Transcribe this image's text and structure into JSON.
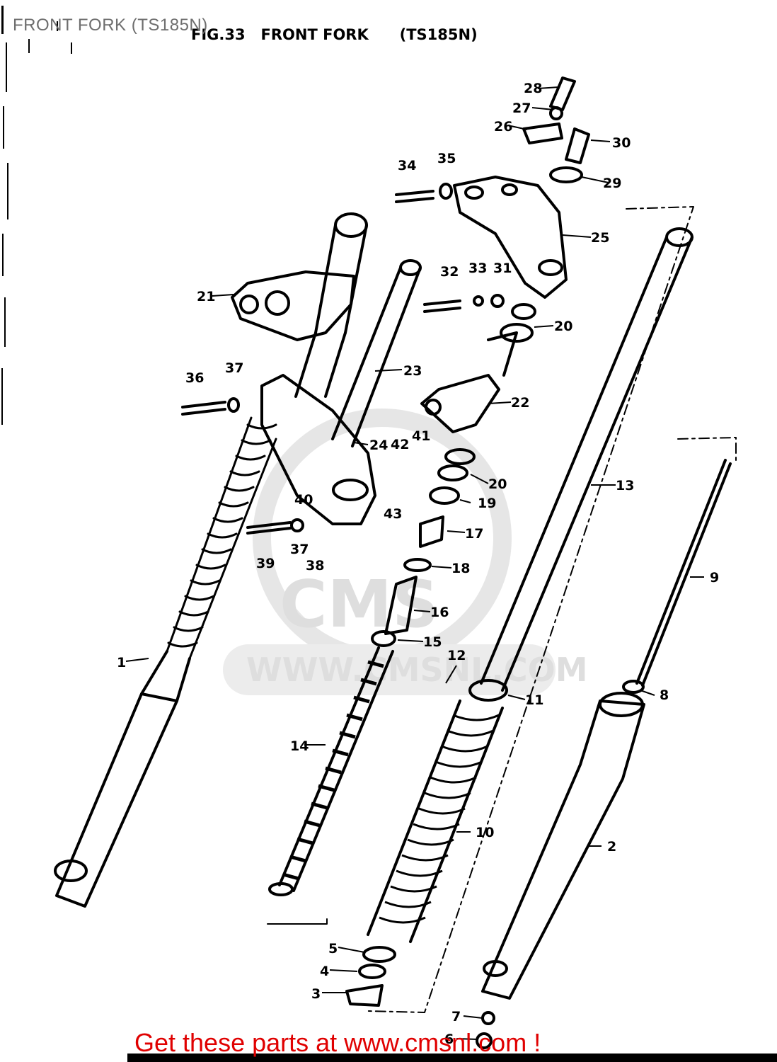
{
  "header": {
    "overlay_title": "FRONT FORK (TS185N)",
    "figure_heading": "FIG.33   FRONT FORK      (TS185N)"
  },
  "watermark": {
    "url": "WWW.CMSNL.COM",
    "logo_text": "CMS"
  },
  "callouts": [
    "1",
    "2",
    "3",
    "4",
    "5",
    "6",
    "7",
    "8",
    "9",
    "10",
    "11",
    "12",
    "13",
    "14",
    "15",
    "16",
    "17",
    "18",
    "19",
    "20",
    "20",
    "21",
    "22",
    "23",
    "24",
    "25",
    "26",
    "27",
    "28",
    "29",
    "30",
    "31",
    "32",
    "33",
    "34",
    "35",
    "36",
    "37",
    "37",
    "38",
    "39",
    "40",
    "41",
    "42",
    "43"
  ],
  "footer": {
    "cta": "Get these parts at www.cmsnl.com !"
  },
  "colors": {
    "ink": "#000000",
    "watermark": "#dedede",
    "cta": "#e00000",
    "overlay_title": "#6e6e6e"
  }
}
